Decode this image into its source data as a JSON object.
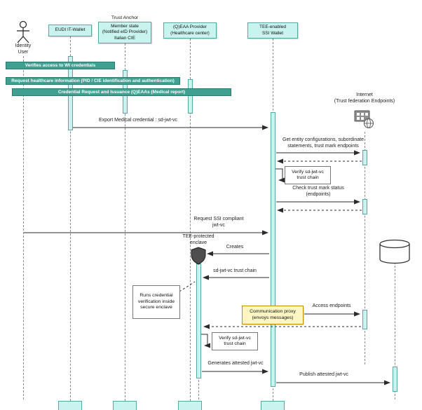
{
  "colors": {
    "participant_fill": "#c9f3ee",
    "participant_border": "#57a8a0",
    "band_fill": "#3f9f90",
    "band_text": "#ffffff",
    "note_fill": "#fdf6c3",
    "note_border": "#bf9000",
    "arrow": "#2b2b2b"
  },
  "participants": {
    "identity_user": "Identity\nUser",
    "eudi_wallet": "EUDI IT-Wallet",
    "trust_anchor_title": "Trust Anchor",
    "trust_anchor": "Member state\n(Notified eID Provider)\nItalian CIE",
    "qeaa_provider": "(Q)EAA Provider\n(Healthcare center)",
    "tee_wallet": "TEE-enabled\nSSI Wallet",
    "internet": "Internet\n(Trust federation Endpoints)"
  },
  "bands": {
    "verifies_access": "Verifies access to WI credentials",
    "request_healthcare": "Request healthcare information (PID / CIE identification and authentication)",
    "credential_request": "Credential Request and Issuance (Q)EAAs (Medical report)"
  },
  "messages": {
    "export_medical": "Export Medical credential : sd-jwt-vc",
    "get_entity_config": "Get entity configurations, subordinate\nstatements, trust mark endpoints",
    "verify_trust_chain_1": "Verify sd-jwt-vc\ntrust chain",
    "check_trust_mark": "Check trust mark status\n(endpoints)",
    "request_ssi": "Request SSI compliant\njwt-vc",
    "enclave_label": "TEE-protected\nenclave",
    "creates": "Creates",
    "sd_jwt_trust_chain": "sd-jwt-vc trust chain",
    "access_endpoints": "Access endpoints",
    "verify_trust_chain_2": "Verify sd-jwt-vc\ntrust chain",
    "generates_attested": "Generates attested jwt-vc",
    "publish_attested": "Publish attested jwt-vc"
  },
  "notes": {
    "runs_verification": "Runs credential\nverification inside\nsecure enclave",
    "communication_proxy": "Communication proxy\n(envoys messages)"
  }
}
